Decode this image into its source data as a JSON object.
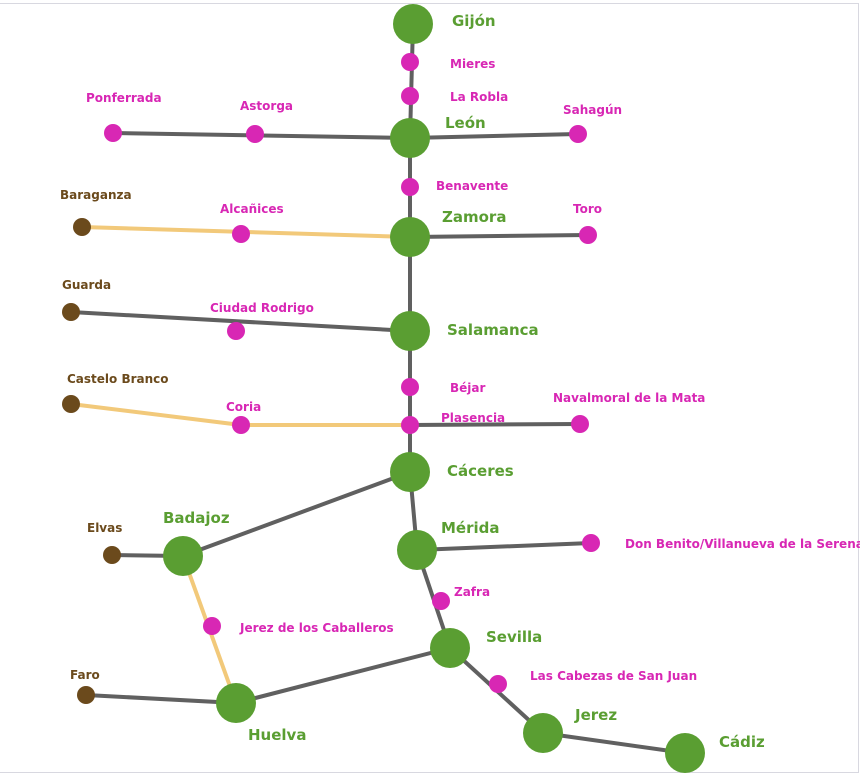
{
  "colors": {
    "major": "#5a9e32",
    "minor": "#d827b4",
    "external": "#6b4a1c",
    "line_main": "#606060",
    "line_secondary": "#f2c97a"
  },
  "stations": {
    "gijon": {
      "name": "Gijón",
      "kind": "major"
    },
    "mieres": {
      "name": "Mieres",
      "kind": "minor"
    },
    "la_robla": {
      "name": "La Robla",
      "kind": "minor"
    },
    "leon": {
      "name": "León",
      "kind": "major"
    },
    "ponferrada": {
      "name": "Ponferrada",
      "kind": "minor"
    },
    "astorga": {
      "name": "Astorga",
      "kind": "minor"
    },
    "sahagun": {
      "name": "Sahagún",
      "kind": "minor"
    },
    "benavente": {
      "name": "Benavente",
      "kind": "minor"
    },
    "zamora": {
      "name": "Zamora",
      "kind": "major"
    },
    "baraganza": {
      "name": "Baraganza",
      "kind": "external"
    },
    "alcanices": {
      "name": "Alcañices",
      "kind": "minor"
    },
    "toro": {
      "name": "Toro",
      "kind": "minor"
    },
    "salamanca": {
      "name": "Salamanca",
      "kind": "major"
    },
    "guarda": {
      "name": "Guarda",
      "kind": "external"
    },
    "ciudad_rodrigo": {
      "name": "Ciudad Rodrigo",
      "kind": "minor"
    },
    "bejar": {
      "name": "Béjar",
      "kind": "minor"
    },
    "plasencia": {
      "name": "Plasencia",
      "kind": "minor"
    },
    "castelo_branco": {
      "name": "Castelo Branco",
      "kind": "external"
    },
    "coria": {
      "name": "Coria",
      "kind": "minor"
    },
    "navalmoral": {
      "name": "Navalmoral de la Mata",
      "kind": "minor"
    },
    "caceres": {
      "name": "Cáceres",
      "kind": "major"
    },
    "merida": {
      "name": "Mérida",
      "kind": "major"
    },
    "don_benito": {
      "name": "Don Benito/Villanueva de la Serena",
      "kind": "minor"
    },
    "badajoz": {
      "name": "Badajoz",
      "kind": "major"
    },
    "elvas": {
      "name": "Elvas",
      "kind": "external"
    },
    "zafra": {
      "name": "Zafra",
      "kind": "minor"
    },
    "jerez_caballeros": {
      "name": "Jerez de los Caballeros",
      "kind": "minor"
    },
    "sevilla": {
      "name": "Sevilla",
      "kind": "major"
    },
    "huelva": {
      "name": "Huelva",
      "kind": "major"
    },
    "faro": {
      "name": "Faro",
      "kind": "external"
    },
    "cabezas": {
      "name": "Las Cabezas de San Juan",
      "kind": "minor"
    },
    "jerez": {
      "name": "Jerez",
      "kind": "major"
    },
    "cadiz": {
      "name": "Cádiz",
      "kind": "major"
    }
  },
  "connections": [
    {
      "from": "gijon",
      "to": "leon",
      "style": "main"
    },
    {
      "from": "leon",
      "to": "zamora",
      "style": "main"
    },
    {
      "from": "zamora",
      "to": "salamanca",
      "style": "main"
    },
    {
      "from": "salamanca",
      "to": "caceres",
      "style": "main"
    },
    {
      "from": "caceres",
      "to": "merida",
      "style": "main"
    },
    {
      "from": "merida",
      "to": "sevilla",
      "style": "main"
    },
    {
      "from": "sevilla",
      "to": "jerez",
      "style": "main"
    },
    {
      "from": "jerez",
      "to": "cadiz",
      "style": "main"
    },
    {
      "from": "ponferrada",
      "to": "leon",
      "style": "main"
    },
    {
      "from": "leon",
      "to": "sahagun",
      "style": "main"
    },
    {
      "from": "baraganza",
      "to": "zamora",
      "style": "secondary"
    },
    {
      "from": "zamora",
      "to": "toro",
      "style": "main"
    },
    {
      "from": "guarda",
      "to": "salamanca",
      "style": "main"
    },
    {
      "from": "castelo_branco",
      "to": "coria",
      "style": "secondary"
    },
    {
      "from": "coria",
      "to": "plasencia",
      "style": "secondary"
    },
    {
      "from": "plasencia",
      "to": "navalmoral",
      "style": "main"
    },
    {
      "from": "merida",
      "to": "don_benito",
      "style": "main"
    },
    {
      "from": "caceres",
      "to": "badajoz",
      "style": "main"
    },
    {
      "from": "elvas",
      "to": "badajoz",
      "style": "main"
    },
    {
      "from": "badajoz",
      "to": "huelva",
      "style": "secondary"
    },
    {
      "from": "faro",
      "to": "huelva",
      "style": "main"
    },
    {
      "from": "huelva",
      "to": "sevilla",
      "style": "main"
    }
  ]
}
